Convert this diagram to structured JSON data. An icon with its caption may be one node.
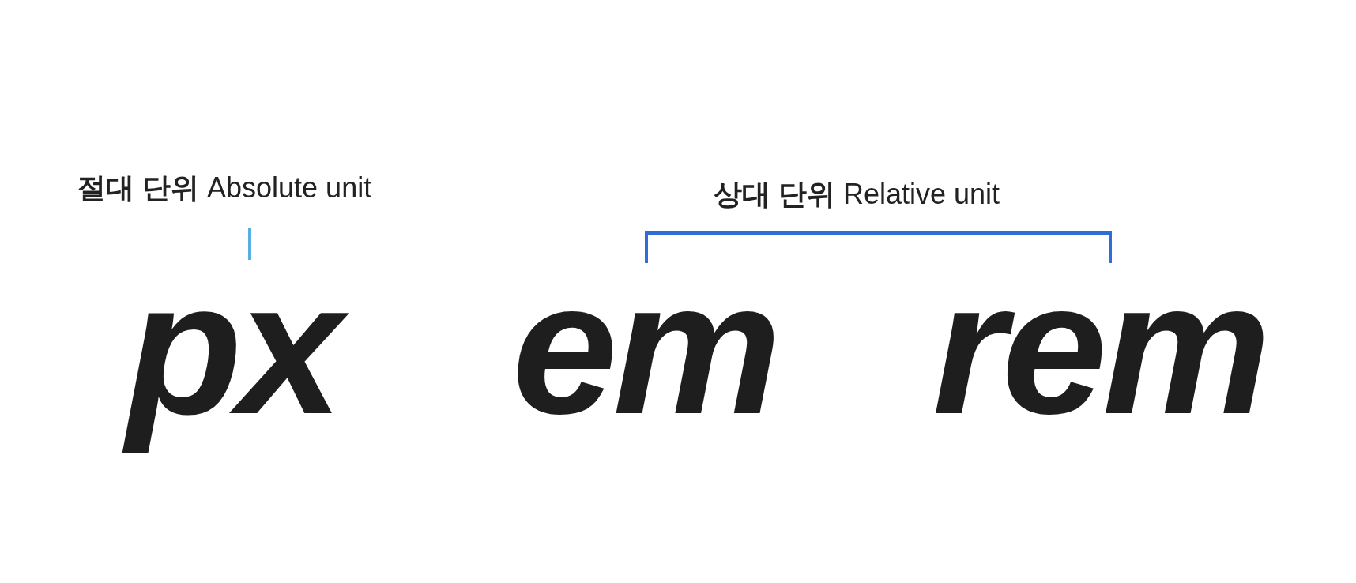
{
  "diagram": {
    "labels": [
      "**절대 단위** Absolute unit",
      "**상대 단위** Relative unit",
      "px",
      "em",
      "rem"
    ]
  }
}
